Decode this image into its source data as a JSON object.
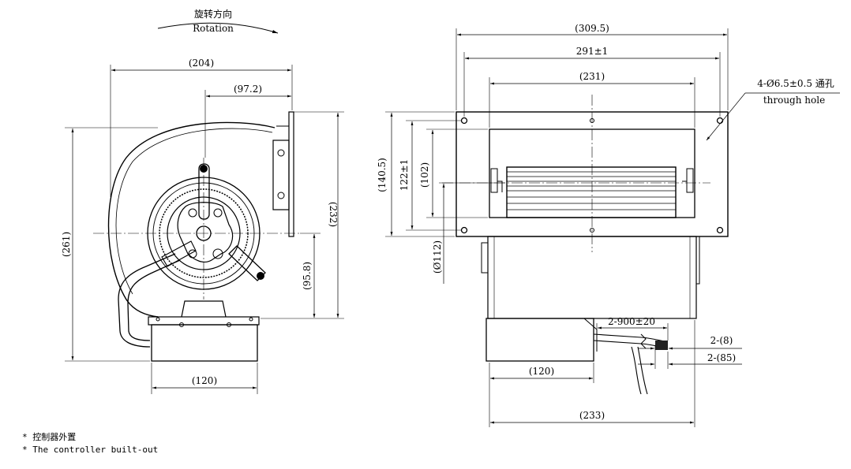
{
  "rotation": {
    "zh": "旋转方向",
    "en": "Rotation"
  },
  "side_view": {
    "width_204": "(204)",
    "offset_97": "(97.2)",
    "height_261": "(261)",
    "height_232": "(232)",
    "height_95": "(95.8)",
    "box_120": "(120)"
  },
  "front_view": {
    "width_309": "(309.5)",
    "width_291": "291±1",
    "width_231": "(231)",
    "hole_zh": "4-Ø6.5±0.5 通孔",
    "hole_en": "through hole",
    "height_140": "(140.5)",
    "height_122": "122±1",
    "height_102": "(102)",
    "dia_112": "(Ø112)",
    "cable_len": "2-900±20",
    "cable_8": "2-(8)",
    "cable_85": "2-(85)",
    "box_120": "(120)",
    "width_233": "(233)"
  },
  "notes": {
    "zh": "* 控制器外置",
    "en": "* The controller built-out"
  }
}
